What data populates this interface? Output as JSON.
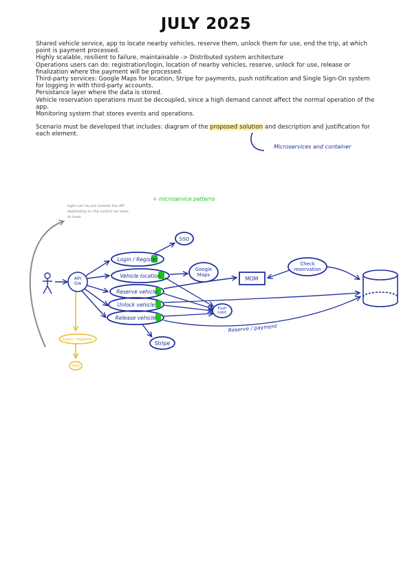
{
  "title": "JULY 2025",
  "paragraphs": [
    "Shared vehicle service, app to locate nearby vehicles, reserve them, unlock them for use, end the trip, at which point is payment processed.",
    "Highly scalable, resilient to failure, maintainable -> Distributed system architecture",
    "Operations users can do: registration/login, location of nearby vehicles, reserve, unlock for use, release or finalization where the payment will be processed.",
    "Third-party services: Google Maps for location, Stripe for payments, push notification and Single Sign-On system for logging in with third-party accounts.",
    "Persistance layer where the data is stored.",
    "Vehicle reservation operations must be decoupled, since a high demand cannot affect the normal operation of the app.",
    "Monitoring system that stores events and operations."
  ],
  "scenario": {
    "before": "Scenario must be developed that includes: diagram of the ",
    "highlight": "proposed solution",
    "after": " and description and justification for each element."
  },
  "annotations": {
    "microservices": "Microservices and container",
    "patterns": "+ microservice patterns",
    "login_note": "login can be put outside the API depending on the control we want to have"
  },
  "nodes": {
    "api": "API Gw",
    "login": "Login / Register",
    "location": "Vehicle location",
    "reserve": "Reserve vehicle",
    "unlock": "Unlock vehicle",
    "release": "Release vehicle",
    "sso": "SSO",
    "google_maps": "Google Maps",
    "mom": "MOM",
    "check": "Check reservation",
    "push": "Push notif.",
    "stripe": "Stripe",
    "login_outside": "Login / Register",
    "sso_outside": "SSO",
    "reserve_payment": "Reserve / payment"
  },
  "colors": {
    "ink": "#1f2f9e",
    "green": "#1ec41e",
    "yellow": "#e9b820",
    "grey": "#8a8a8a",
    "highlight": "#fff2a8"
  }
}
